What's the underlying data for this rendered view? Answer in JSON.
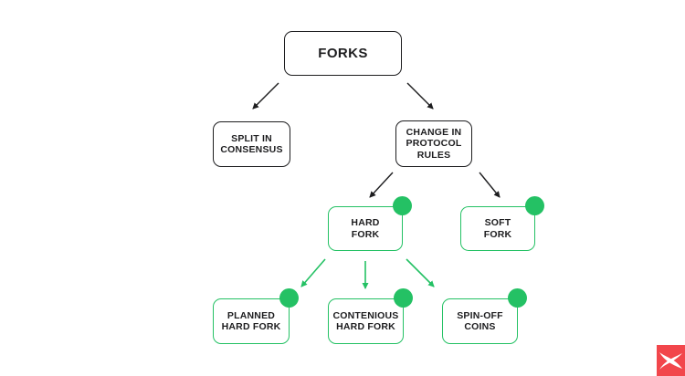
{
  "diagram": {
    "title": "FORKS",
    "nodes": {
      "forks": {
        "label": "FORKS",
        "border": "black",
        "green_dot": false
      },
      "split": {
        "label": "SPLIT IN\nCONSENSUS",
        "border": "black",
        "green_dot": false
      },
      "change": {
        "label": "CHANGE IN\nPROTOCOL\nRULES",
        "border": "black",
        "green_dot": false
      },
      "hard": {
        "label": "HARD\nFORK",
        "border": "green",
        "green_dot": true
      },
      "soft": {
        "label": "SOFT\nFORK",
        "border": "green",
        "green_dot": true
      },
      "planned": {
        "label": "PLANNED\nHARD FORK",
        "border": "green",
        "green_dot": true
      },
      "contenious": {
        "label": "CONTENIOUS\nHARD FORK",
        "border": "green",
        "green_dot": true
      },
      "spinoff": {
        "label": "SPIN-OFF\nCOINS",
        "border": "green",
        "green_dot": true
      }
    },
    "edges": [
      {
        "from": "FORKS",
        "to": "SPLIT IN CONSENSUS",
        "color": "black"
      },
      {
        "from": "FORKS",
        "to": "CHANGE IN PROTOCOL RULES",
        "color": "black"
      },
      {
        "from": "CHANGE IN PROTOCOL RULES",
        "to": "HARD FORK",
        "color": "black"
      },
      {
        "from": "CHANGE IN PROTOCOL RULES",
        "to": "SOFT FORK",
        "color": "black"
      },
      {
        "from": "HARD FORK",
        "to": "PLANNED HARD FORK",
        "color": "green"
      },
      {
        "from": "HARD FORK",
        "to": "CONTENIOUS HARD FORK",
        "color": "green"
      },
      {
        "from": "HARD FORK",
        "to": "SPIN-OFF COINS",
        "color": "green"
      }
    ],
    "colors": {
      "node_border_dark": "#1d1d1f",
      "accent_green": "#24c164",
      "logo_red": "#f2464b",
      "background": "#ffffff"
    },
    "logo": {
      "glyph": "stylized-x-swoosh",
      "position": "bottom-right"
    }
  }
}
